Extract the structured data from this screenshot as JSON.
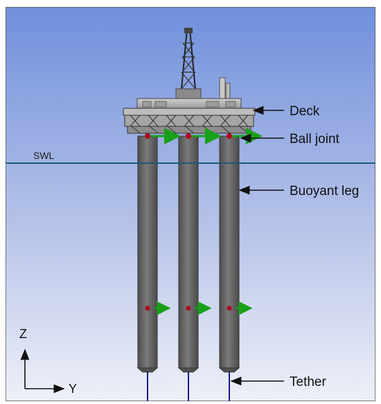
{
  "labels": {
    "deck": "Deck",
    "ball_joint": "Ball joint",
    "buoyant_leg": "Buoyant leg",
    "tether": "Tether",
    "swl": "SWL"
  },
  "axes": {
    "z": "Z",
    "y": "Y"
  },
  "colors": {
    "sky_top": "#6f8fdc",
    "sky_bottom": "#e9ecf7",
    "leg": "#6b6b6b",
    "leg_dark": "#4e4e4e",
    "swl_line": "#1f5a78",
    "joint_marker": "#b3001b",
    "force_arrow": "#19a019",
    "tether": "#1a1a80"
  }
}
